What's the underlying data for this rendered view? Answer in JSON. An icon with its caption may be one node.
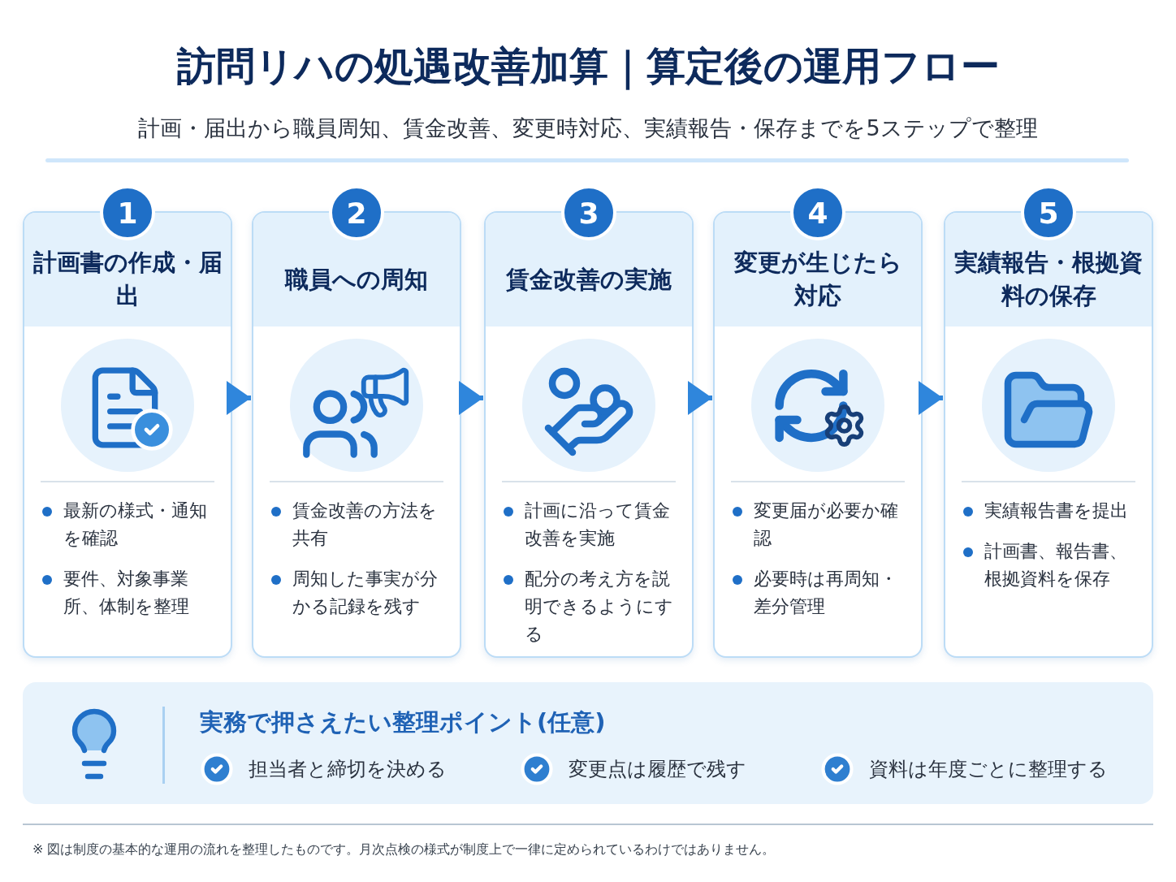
{
  "diagram": {
    "title": "訪問リハの処遇改善加算｜算定後の運用フロー",
    "nodes": [
      {
        "text": [
          "1",
          "計画書の作成・届出",
          "最新の様式・通知を確認",
          "要件、対象事業所、体制を整理"
        ]
      },
      {
        "text": [
          "2",
          "職員への周知",
          "賃金改善の方法を共有",
          "周知した事実が分かる記録を残す"
        ]
      },
      {
        "text": [
          "3",
          "賃金改善の実施",
          "計画に沿って賃金改善を実施",
          "配分の考え方を説明できるようにする"
        ]
      },
      {
        "text": [
          "4",
          "変更が生じたら対応",
          "変更届が必要か確認",
          "必要時は再周知・差分管理"
        ]
      },
      {
        "text": [
          "5",
          "実績報告・根拠資料の保存",
          "実績報告書を提出",
          "計画書、報告書、根拠資料を保存"
        ]
      },
      {
        "text": [
          "実務で押さえたい整理ポイント(任意)",
          "担当者と締切を決める",
          "変更点は履歴で残す",
          "資料は年度ごとに整理する"
        ]
      }
    ],
    "edges": [
      {
        "from": 0,
        "to": 1,
        "arrow": "to"
      },
      {
        "from": 1,
        "to": 2,
        "arrow": "to"
      },
      {
        "from": 2,
        "to": 3,
        "arrow": "to"
      },
      {
        "from": 3,
        "to": 4,
        "arrow": "to"
      }
    ],
    "labels": [
      "計画・届出から職員周知、賃金改善、変更時対応、実績報告・保存までを5ステップで整理",
      "※ 図は制度の基本的な運用の流れを整理したものです。月次点検の様式が制度上で一律に定められているわけではありません。"
    ]
  }
}
